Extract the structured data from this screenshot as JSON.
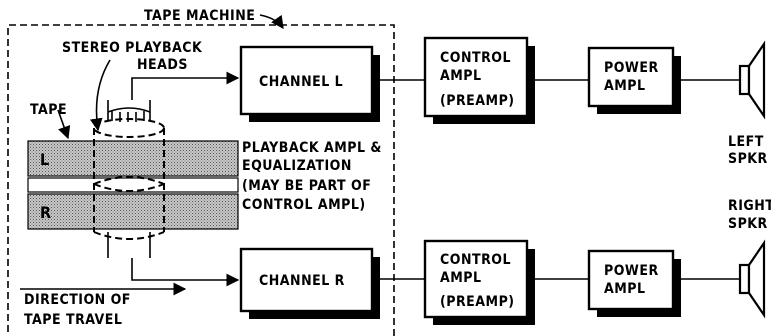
{
  "tape_machine_label": "TAPE MACHINE",
  "heads_label": [
    "STEREO PLAYBACK",
    "HEADS"
  ],
  "tape_label": "TAPE",
  "track_left": "L",
  "track_right": "R",
  "playback_note": [
    "PLAYBACK AMPL &",
    "EQUALIZATION",
    "(MAY BE PART OF",
    "CONTROL AMPL)"
  ],
  "direction_label": [
    "DIRECTION OF",
    "TAPE TRAVEL"
  ],
  "channels": [
    {
      "channel": "CHANNEL L",
      "control": [
        "CONTROL",
        "AMPL",
        "(PREAMP)"
      ],
      "power": [
        "POWER",
        "AMPL"
      ],
      "speaker": [
        "LEFT",
        "SPKR"
      ]
    },
    {
      "channel": "CHANNEL R",
      "control": [
        "CONTROL",
        "AMPL",
        "(PREAMP)"
      ],
      "power": [
        "POWER",
        "AMPL"
      ],
      "speaker": [
        "RIGHT",
        "SPKR"
      ]
    }
  ]
}
